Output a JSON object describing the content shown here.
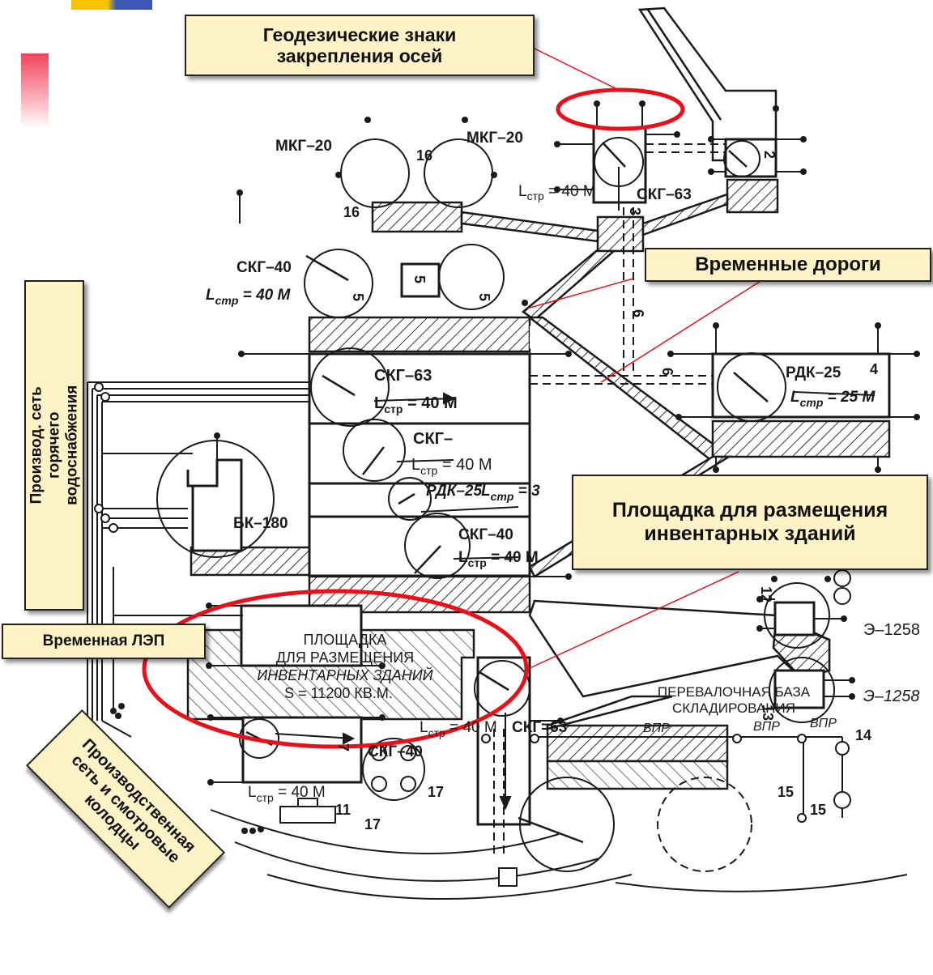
{
  "callouts": {
    "geodetic": "Геодезические знаки закрепления осей",
    "roads": "Временные дороги",
    "site": "Площадка для размещения инвентарных зданий",
    "power": "Временная ЛЭП",
    "hot_water": "Производ. сеть горячего водоснабжения",
    "network": "Производственная сеть и смотровые колодцы"
  },
  "plan": {
    "cranes": {
      "mkg1": "МКГ–20",
      "mkg2": "МКГ–20",
      "skg63_top": "СКГ–63",
      "skg40_left": "СКГ–40",
      "skg63_mid": "СКГ–63",
      "skg_mid": "СКГ–",
      "rdk25_small": "РДК–25",
      "skg40_mid": "СКГ–40",
      "bk180": "БК–180",
      "rdk25_right": "РДК–25",
      "e1258_a": "Э–1258",
      "e1258_b": "Э–1258",
      "skg63_bottom": "СКГ=63",
      "skg40_bottom": "СКГ–40"
    },
    "reach": {
      "top": "40 М",
      "left": "40 М",
      "mid1": "40 М",
      "mid2": "40 М",
      "mid3": "3",
      "mid4": "40 М",
      "right": "25 М",
      "bottom1": "40 М",
      "bottom2": "40 М"
    },
    "l_sym": "L",
    "l_sub": "стр",
    "numbers": {
      "n16a": "16",
      "n16b": "16",
      "n2": "2",
      "n3": "3",
      "n5a": "5",
      "n5b": "5",
      "n5c": "5",
      "n6a": "6",
      "n6b": "6",
      "n4": "4",
      "n12": "12",
      "n13": "13",
      "n7": "7",
      "n11": "11",
      "n17a": "17",
      "n17b": "17",
      "n14": "14",
      "n15a": "15",
      "n15b": "15"
    },
    "site_text": {
      "l1": "ПЛОЩАДКА",
      "l2": "ДЛЯ РАЗМЕЩЕНИЯ",
      "l3": "ИНВЕНТАРНЫХ ЗДАНИЙ",
      "l4": "S = 11200 КВ.М."
    },
    "base_text": {
      "l1": "ПЕРЕВАЛОЧНАЯ БАЗА",
      "l2": "СКЛАДИРОВАНИЯ"
    },
    "vpr": "ВПР",
    "colors": {
      "ink": "#1a1a1a",
      "highlight": "#e8101a",
      "label_bg": "#fdf3c7"
    }
  }
}
